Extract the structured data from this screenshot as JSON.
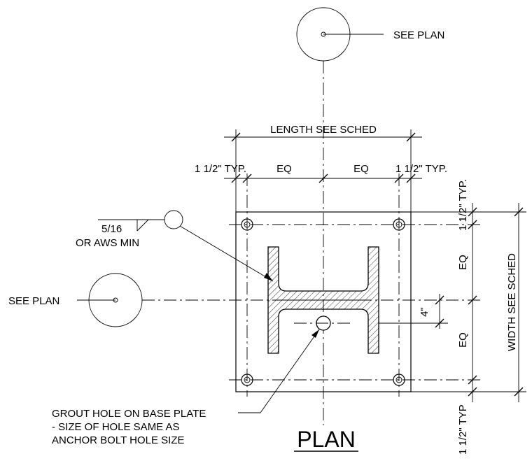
{
  "drawing": {
    "title": "PLAN",
    "labels": {
      "see_plan_top": "SEE PLAN",
      "see_plan_left": "SEE PLAN",
      "length": "LENGTH SEE SCHED",
      "typ_left": "1 1/2\" TYP.",
      "eq_left": "EQ",
      "eq_right": "EQ",
      "typ_right": "1 1/2\" TYP.",
      "typ_top_vertical": "1 1/2\" TYP.",
      "eq_upper": "EQ",
      "eq_lower": "EQ",
      "typ_bottom_vertical": "1 1/2\" TYP",
      "width": "WIDTH SEE SCHED",
      "weld_size": "5/16",
      "weld_note": "OR AWS MIN",
      "offset": "4\"",
      "grout_line1": "GROUT HOLE ON BASE PLATE",
      "grout_line2": "- SIZE OF HOLE SAME AS",
      "grout_line3": "ANCHOR BOLT HOLE SIZE"
    }
  }
}
